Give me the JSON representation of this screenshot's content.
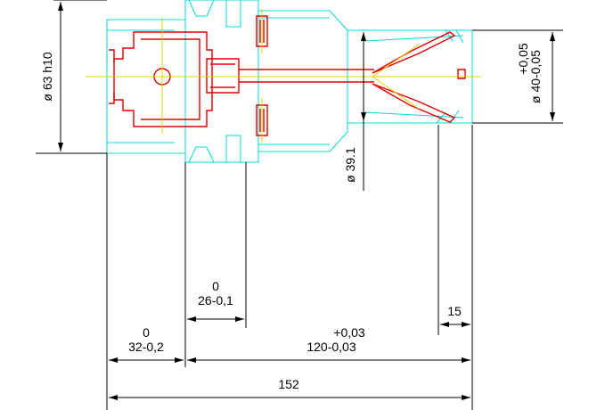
{
  "dimensions": {
    "dia_63": "ø 63 h10",
    "dia_40_upper": "+0,05",
    "dia_40_main": "ø 40-0,05",
    "dia_39": "ø 39.1",
    "len_26_upper": "0",
    "len_26_main": "26-0,1",
    "len_32_upper": "0",
    "len_32_main": "32-0,2",
    "len_120_upper": "+0,03",
    "len_120_main": "120-0,03",
    "len_15": "15",
    "len_152": "152"
  },
  "colors": {
    "outline": "#00d8d8",
    "section": "#e00000",
    "centerline": "#e8d000",
    "dimension": "#000000"
  }
}
